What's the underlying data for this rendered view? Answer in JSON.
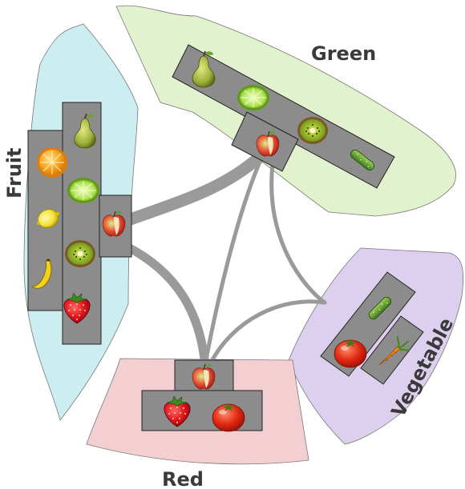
{
  "sets": [
    {
      "id": "fruit",
      "label": "Fruit",
      "color": "#cdeef0"
    },
    {
      "id": "green",
      "label": "Green",
      "color": "#e2f2cf"
    },
    {
      "id": "vegetable",
      "label": "Vegetable",
      "color": "#ddd0ef"
    },
    {
      "id": "red",
      "label": "Red",
      "color": "#f3cfd2"
    }
  ],
  "items": [
    {
      "name": "pear",
      "icon": "pear-icon",
      "sets": [
        "fruit",
        "green"
      ]
    },
    {
      "name": "lime",
      "icon": "lime-icon",
      "sets": [
        "fruit",
        "green"
      ]
    },
    {
      "name": "kiwi",
      "icon": "kiwi-icon",
      "sets": [
        "fruit",
        "green"
      ]
    },
    {
      "name": "apple",
      "icon": "apple-icon",
      "sets": [
        "fruit",
        "green",
        "red"
      ]
    },
    {
      "name": "orange",
      "icon": "orange-icon",
      "sets": [
        "fruit"
      ]
    },
    {
      "name": "lemon",
      "icon": "lemon-icon",
      "sets": [
        "fruit"
      ]
    },
    {
      "name": "banana",
      "icon": "banana-icon",
      "sets": [
        "fruit"
      ]
    },
    {
      "name": "strawberry",
      "icon": "strawberry-icon",
      "sets": [
        "fruit",
        "red"
      ]
    },
    {
      "name": "cucumber",
      "icon": "cucumber-icon",
      "sets": [
        "green",
        "vegetable"
      ]
    },
    {
      "name": "tomato",
      "icon": "tomato-icon",
      "sets": [
        "vegetable",
        "red"
      ]
    },
    {
      "name": "carrot",
      "icon": "carrot-icon",
      "sets": [
        "vegetable"
      ]
    }
  ],
  "colors": {
    "cell": "#8c8c8c",
    "edge": "#9a9a9a",
    "label": "#3a3a3a"
  }
}
